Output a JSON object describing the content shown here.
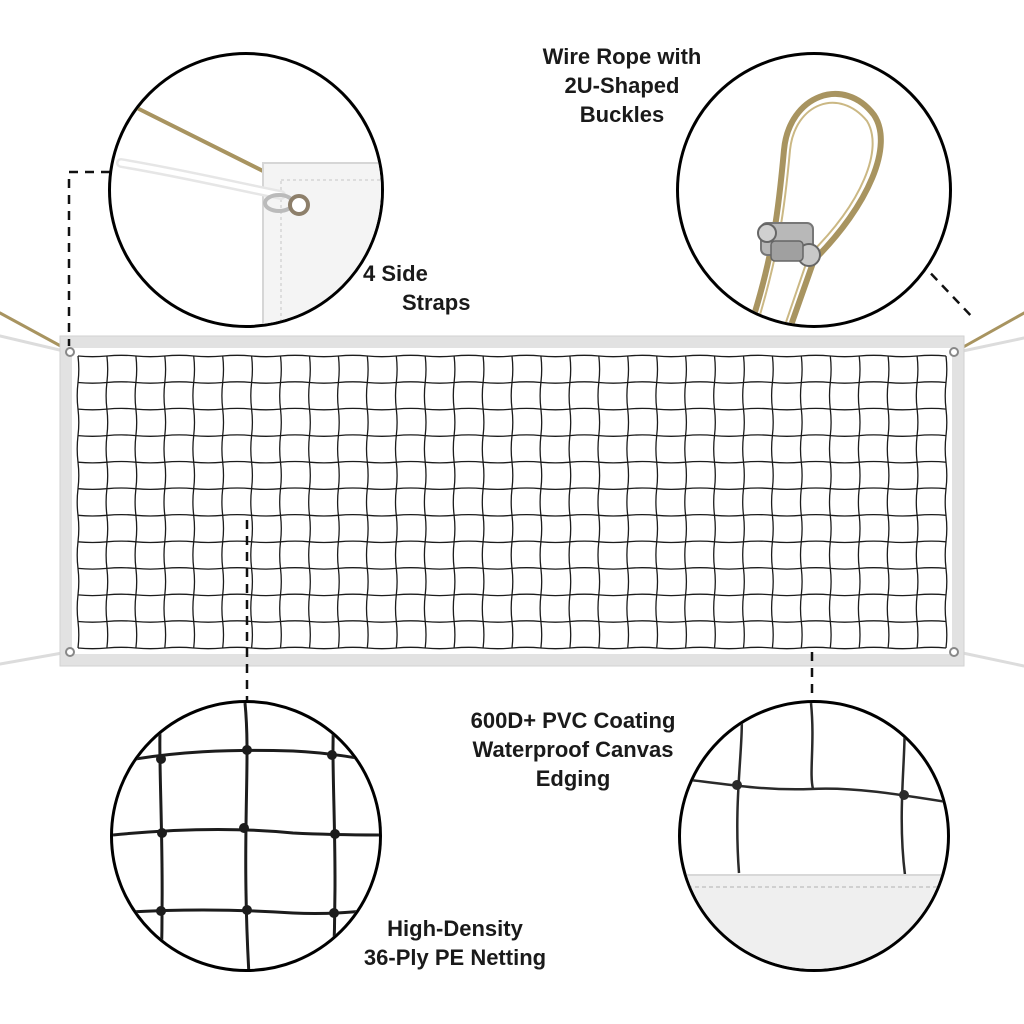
{
  "labels": {
    "wire_rope": [
      "Wire Rope with",
      "2U-Shaped",
      "Buckles"
    ],
    "side_straps": [
      "4 Side",
      "Straps"
    ],
    "pvc_coating": [
      "600D+ PVC Coating",
      "Waterproof Canvas",
      "Edging"
    ],
    "netting": [
      "High-Density",
      "36-Ply PE Netting"
    ]
  },
  "colors": {
    "net_line": "#1c1c1c",
    "border": "#000000",
    "wire": "#a89460",
    "canvas": "#f3f3f3"
  }
}
